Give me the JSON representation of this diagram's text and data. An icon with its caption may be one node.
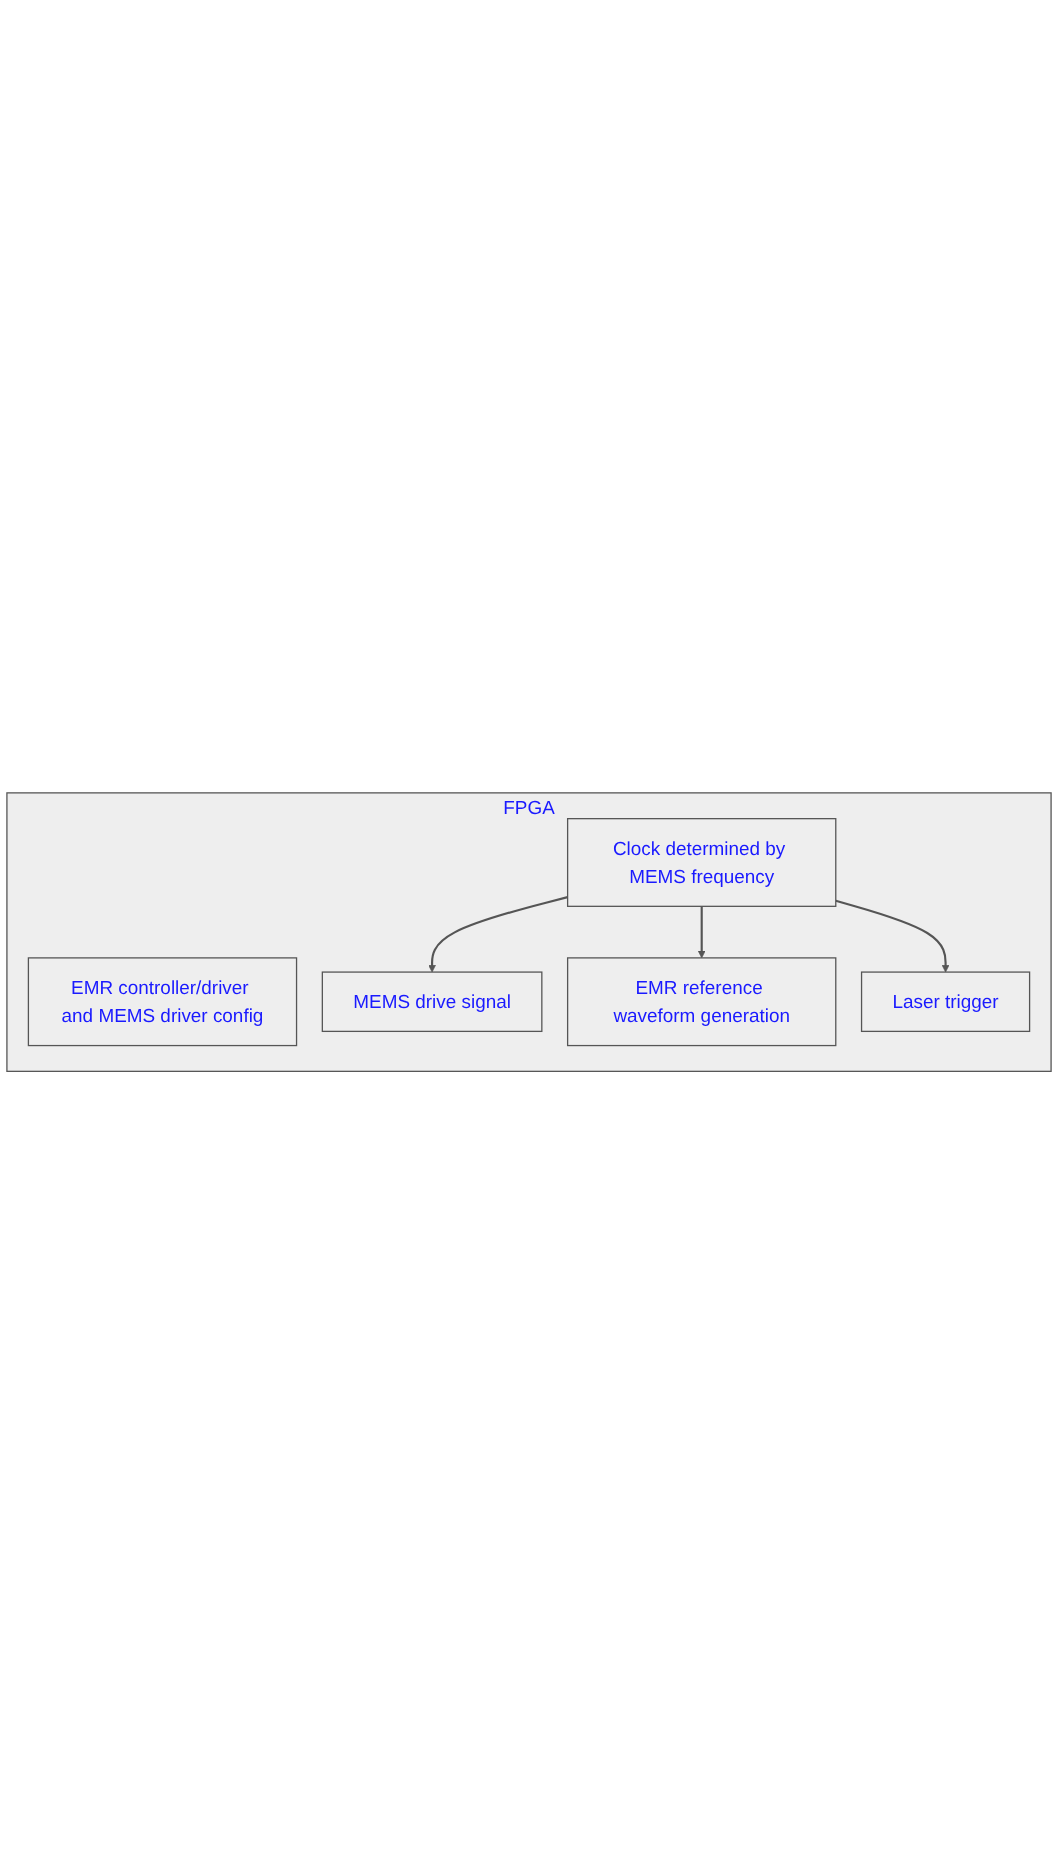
{
  "diagram": {
    "nodes": [
      {
        "text": [
          "FPGA"
        ]
      },
      {
        "text": [
          "EMR controller/driver and MEMS driver config"
        ],
        "in": 0
      },
      {
        "text": [
          "Clock determined by MEMS frequency"
        ],
        "in": 0
      },
      {
        "text": [
          "MEMS drive signal"
        ],
        "in": 0
      },
      {
        "text": [
          "EMR reference waveform generation"
        ],
        "in": 0
      },
      {
        "text": [
          "Laser trigger"
        ],
        "in": 0
      }
    ],
    "edges": [
      {
        "from": 2,
        "to": 3,
        "arrow": "to"
      },
      {
        "from": 2,
        "to": 4,
        "arrow": "to"
      },
      {
        "from": 2,
        "to": 5,
        "arrow": "to"
      }
    ]
  }
}
